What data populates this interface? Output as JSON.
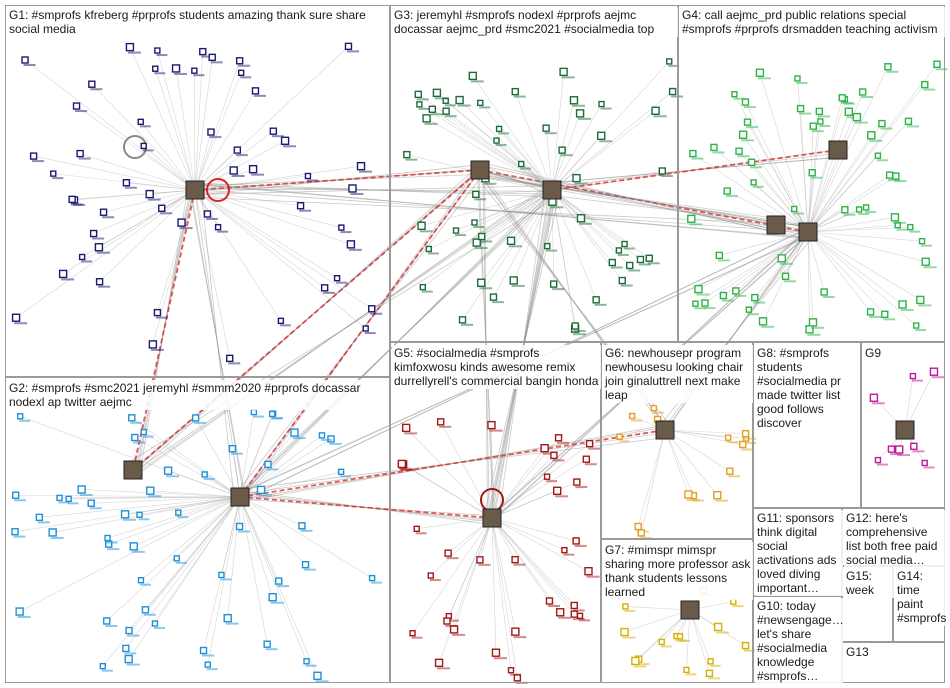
{
  "groups": [
    {
      "id": "G1",
      "label": "G1: #smprofs kfreberg #prprofs students amazing thank sure share social media"
    },
    {
      "id": "G2",
      "label": "G2: #smprofs #smc2021 jeremyhl #smmm2020 #prprofs docassar nodexl ap twitter aejmc"
    },
    {
      "id": "G3",
      "label": "G3: jeremyhl #smprofs nodexl #prprofs aejmc docassar aejmc_prd #smc2021 #socialmedia top"
    },
    {
      "id": "G4",
      "label": "G4: call aejmc_prd public relations special #smprofs #prprofs drsmadden teaching activism"
    },
    {
      "id": "G5",
      "label": "G5: #socialmedia #smprofs kimfoxwosu kinds awesome remix durrellyrell's commercial bangin honda"
    },
    {
      "id": "G6",
      "label": "G6: newhousepr program newhousesu looking chair join ginaluttrell next make leap"
    },
    {
      "id": "G7",
      "label": "G7: #mimspr mimspr sharing more professor ask thank students lessons learned"
    },
    {
      "id": "G8",
      "label": "G8: #smprofs students #socialmedia pr made twitter list good follows discover"
    },
    {
      "id": "G9",
      "label": "G9"
    },
    {
      "id": "G10",
      "label": "G10: today #newsengage… let's share #socialmedia knowledge #smprofs…"
    },
    {
      "id": "G11",
      "label": "G11: sponsors think digital social activations ads loved diving important…"
    },
    {
      "id": "G12",
      "label": "G12: here's comprehensive list both free paid social media…"
    },
    {
      "id": "G13",
      "label": "G13"
    },
    {
      "id": "G14",
      "label": "G14: time paint #smprofs"
    },
    {
      "id": "G15",
      "label": "G15: week"
    }
  ],
  "colors": {
    "g1_node": "#1a1a6e",
    "g2_node": "#1e90d6",
    "g3_node": "#1d6b3a",
    "g4_node": "#2db34a",
    "g5_node": "#a01818",
    "g6_node": "#e0a020",
    "g7_node": "#d4b000",
    "g9_node": "#c0189a",
    "hub_edge": "#e02020",
    "edge": "#8a8a8a"
  }
}
